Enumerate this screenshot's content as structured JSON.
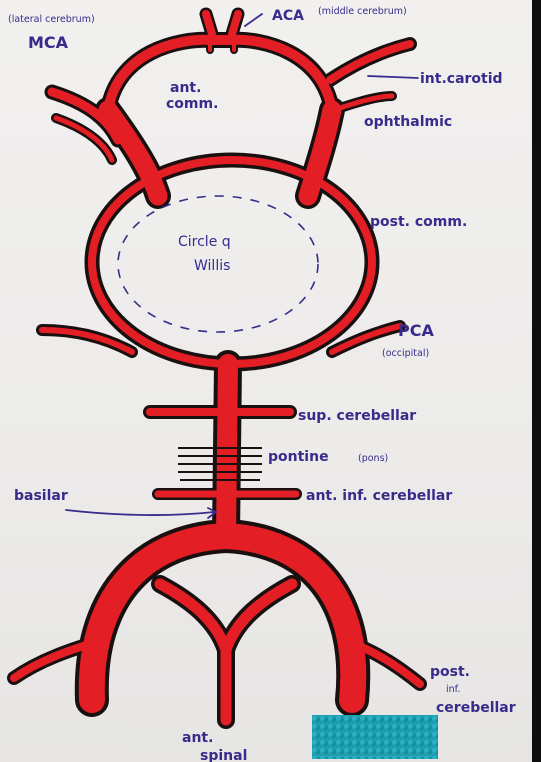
{
  "diagram": {
    "labels": {
      "aca": "ACA",
      "aca_note": "(middle cerebrum)",
      "mca": "MCA",
      "mca_note": "(lateral cerebrum)",
      "ant_comm_1": "ant.",
      "ant_comm_2": "comm.",
      "int_carotid": "int.carotid",
      "ophthalmic": "ophthalmic",
      "post_comm": "post. comm.",
      "circle_1": "Circle q",
      "circle_2": "Willis",
      "pca": "PCA",
      "pca_note": "(occipital)",
      "sup_cerebellar": "sup. cerebellar",
      "pontine": "pontine",
      "pontine_note": "(pons)",
      "basilar": "basilar",
      "ant_inf_cerebellar": "ant. inf. cerebellar",
      "post_inf_1": "post.",
      "post_inf_2": "inf.",
      "post_inf_3": "cerebellar",
      "ant_spinal_1": "ant.",
      "ant_spinal_2": "spinal"
    },
    "colors": {
      "artery": "#e41e25",
      "outline": "#1a1010",
      "ink": "#3a2a8c",
      "redaction": "#1e9fb0"
    }
  }
}
